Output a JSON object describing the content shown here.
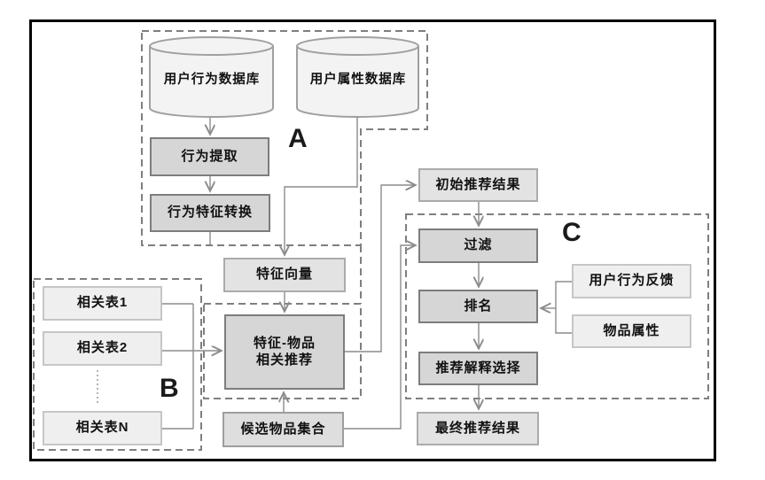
{
  "diagram": {
    "title_hint": "recommendation-pipeline-flowchart",
    "region_a": {
      "label": "A",
      "db_user_behavior": "用户行为数据库",
      "db_user_attribute": "用户属性数据库",
      "behavior_extraction": "行为提取",
      "behavior_feature_conversion": "行为特征转换"
    },
    "region_b": {
      "label": "B",
      "related_table_1": "相关表1",
      "related_table_2": "相关表2",
      "related_table_n": "相关表N"
    },
    "region_c": {
      "label": "C",
      "filter": "过滤",
      "ranking": "排名",
      "explanation_selection": "推荐解释选择",
      "user_behavior_feedback": "用户行为反馈",
      "item_attributes": "物品属性"
    },
    "feature_vector": "特征向量",
    "feature_item_rec_line1": "特征-物品",
    "feature_item_rec_line2": "相关推荐",
    "candidate_item_set": "候选物品集合",
    "initial_recommendation_result": "初始推荐结果",
    "final_recommendation_result": "最终推荐结果"
  },
  "colors": {
    "frame": "#000000",
    "dashed_outline": "#7f7f7f",
    "connector": "#8c8c8c",
    "process_box_fill": "#d6d6d6",
    "process_box_border": "#7d7d7d",
    "data_box_fill": "#e3e3e3",
    "data_box_border": "#ababab",
    "input_box_fill": "#efefef",
    "input_box_border": "#c6c6c6",
    "cylinder_fill": "#f3f3f3",
    "cylinder_border": "#a0a0a0"
  }
}
